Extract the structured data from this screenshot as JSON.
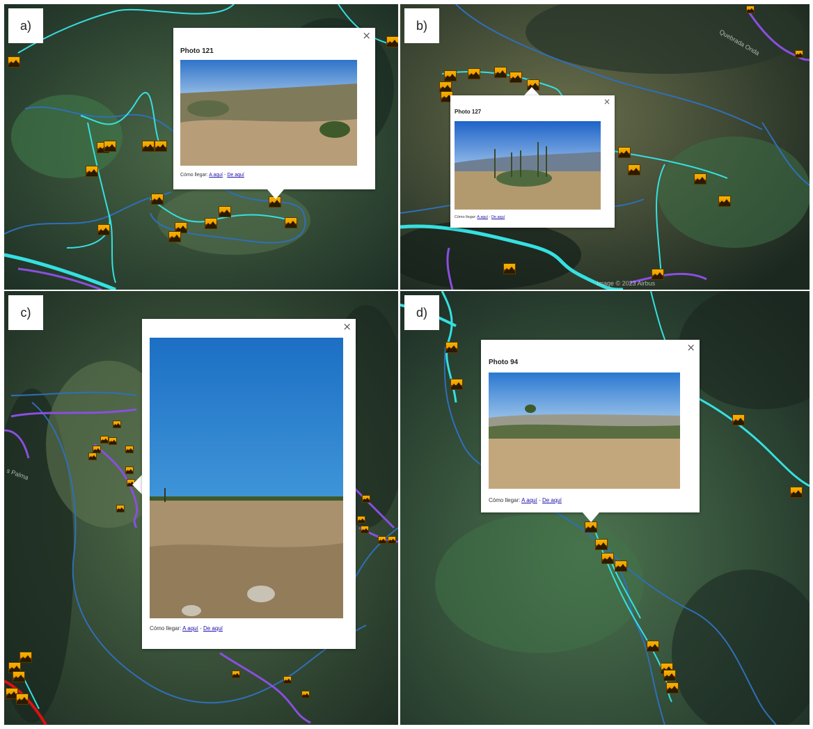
{
  "panels": [
    {
      "label": "a)",
      "popup": {
        "title": "Photo 121",
        "close": "×",
        "links_prefix": "Cómo llegar:",
        "link_a": "A aquí",
        "separator": "-",
        "link_b": "De aquí"
      }
    },
    {
      "label": "b)",
      "popup": {
        "title": "Photo 127",
        "close": "×",
        "links_prefix": "Cómo llegar:",
        "link_a": "A aquí",
        "separator": "-",
        "link_b": "De aquí"
      },
      "map_texts": [
        "Quebrada Onda",
        "Image © 2023 Airbus"
      ]
    },
    {
      "label": "c)",
      "popup": {
        "close": "×",
        "links_prefix": "Cómo llegar:",
        "link_a": "A aquí",
        "separator": "-",
        "link_b": "De aquí"
      },
      "map_texts": [
        "s Palma"
      ]
    },
    {
      "label": "d)",
      "popup": {
        "title": "Photo 94",
        "close": "×",
        "links_prefix": "Cómo llegar:",
        "link_a": "A aquí",
        "separator": "-",
        "link_b": "De aquí"
      }
    }
  ],
  "colors": {
    "trail_cyan": "#36e0e0",
    "stream_blue": "#2f6fb8",
    "trail_purple": "#8a4fe0",
    "trail_red": "#e01010",
    "marker_orange": "#f29a00",
    "link": "#1a0dab"
  },
  "icons": {
    "marker": "photo-marker-icon",
    "close": "close-icon"
  }
}
